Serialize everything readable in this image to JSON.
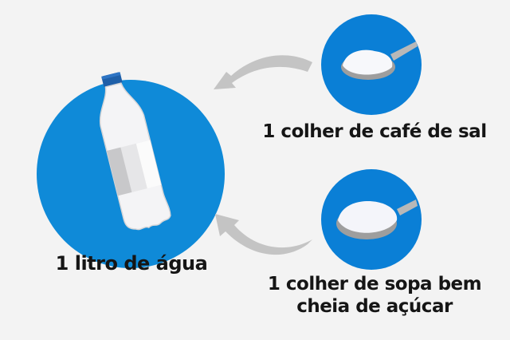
{
  "ingredients": {
    "water": {
      "label": "1 litro de água",
      "icon": "water-bottle"
    },
    "salt": {
      "label": "1 colher de café de sal",
      "icon": "teaspoon-salt"
    },
    "sugar": {
      "line1": "1 colher de sopa bem",
      "line2": "cheia de açúcar",
      "icon": "tablespoon-sugar"
    }
  },
  "colors": {
    "background": "#f3f3f3",
    "circle": "#0f8ad8",
    "arrow": "#c4c4c4",
    "text": "#151515"
  }
}
